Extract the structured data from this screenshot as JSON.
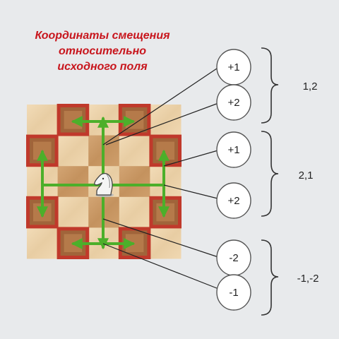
{
  "title": {
    "line1": "Координаты смещения",
    "line2": "относительно",
    "line3": "исходного поля"
  },
  "ellipses": [
    "+1",
    "+2",
    "+1",
    "+2",
    "-2",
    "-1"
  ],
  "groups": [
    "1,2",
    "2,1",
    "-1,-2"
  ],
  "piece": "knight-icon",
  "colors": {
    "title": "#c8161d",
    "arrow": "#4caf2a",
    "highlight": "#c0392b",
    "light_square": "#ecd3ad",
    "dark_square": "#c99a68",
    "background": "#e8eaec"
  }
}
